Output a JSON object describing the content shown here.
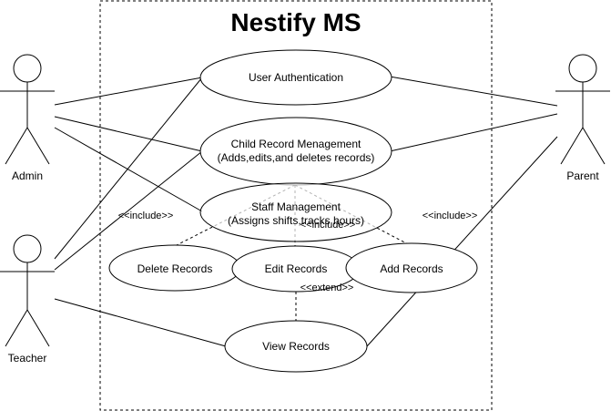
{
  "system": {
    "title": "Nestify MS"
  },
  "actors": {
    "admin": "Admin",
    "teacher": "Teacher",
    "parent": "Parent"
  },
  "usecases": {
    "auth": {
      "line1": "User Authentication"
    },
    "child": {
      "line1": "Child Record Menagement",
      "line2": "(Adds,edits,and deletes records)"
    },
    "staff": {
      "line1": "Staff Management",
      "line2": "(Assigns shifts,tracks hours)"
    },
    "delete": {
      "line1": "Delete Records"
    },
    "edit": {
      "line1": "Edit Records"
    },
    "add": {
      "line1": "Add Records"
    },
    "view": {
      "line1": "View Records"
    }
  },
  "stereotypes": {
    "include_left": "<<include>>",
    "include_center": "<<include>>",
    "include_right": "<<include>>",
    "extend": "<<extend>>"
  }
}
